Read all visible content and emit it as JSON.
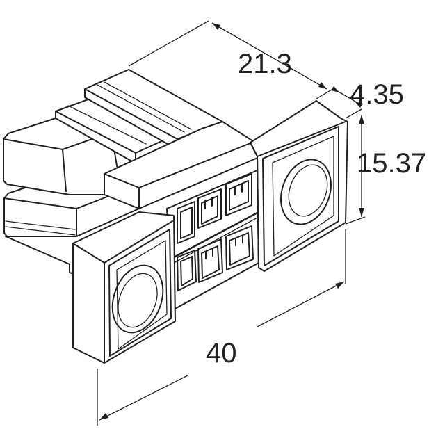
{
  "dimensions": {
    "depth": "21.3",
    "flange_thickness": "4.35",
    "flange_height": "15.37",
    "overall_width": "40"
  },
  "colors": {
    "line": "#231f20",
    "background": "#ffffff"
  }
}
